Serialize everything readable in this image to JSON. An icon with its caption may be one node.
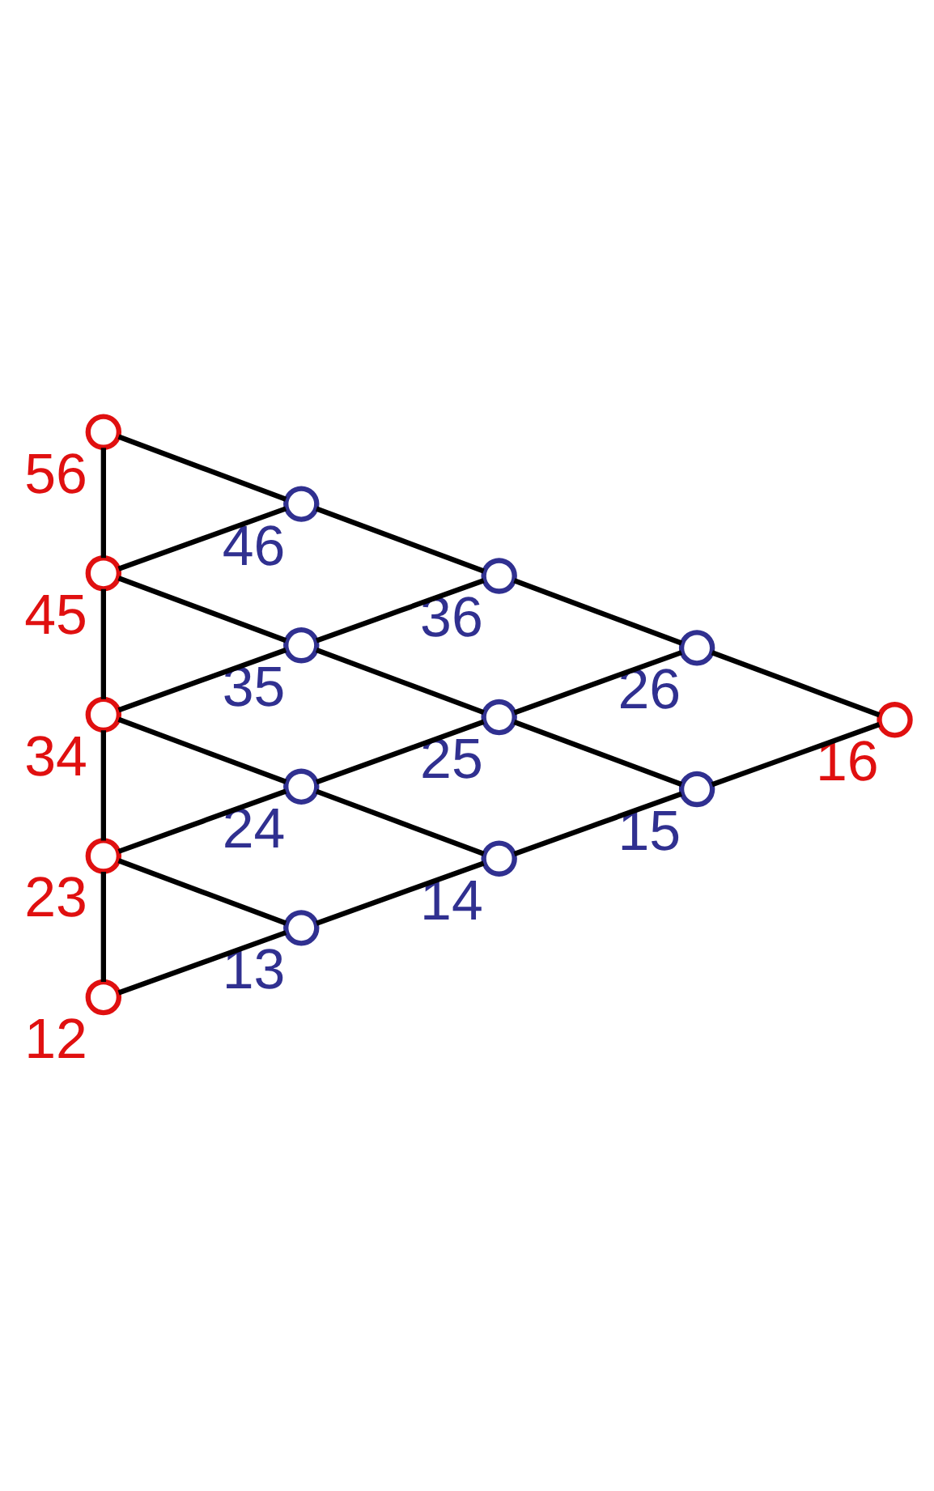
{
  "diagram": {
    "nodes": [
      {
        "text": [],
        "shape": "circle",
        "beside": [
          "56"
        ]
      },
      {
        "text": [],
        "shape": "circle",
        "beside": [
          "46"
        ]
      },
      {
        "text": [],
        "shape": "circle",
        "beside": [
          "45"
        ]
      },
      {
        "text": [],
        "shape": "circle",
        "beside": [
          "36"
        ]
      },
      {
        "text": [],
        "shape": "circle",
        "beside": [
          "35"
        ]
      },
      {
        "text": [],
        "shape": "circle",
        "beside": [
          "26"
        ]
      },
      {
        "text": [],
        "shape": "circle",
        "beside": [
          "34"
        ]
      },
      {
        "text": [],
        "shape": "circle",
        "beside": [
          "25"
        ]
      },
      {
        "text": [],
        "shape": "circle",
        "beside": [
          "16"
        ]
      },
      {
        "text": [],
        "shape": "circle",
        "beside": [
          "24"
        ]
      },
      {
        "text": [],
        "shape": "circle",
        "beside": [
          "15"
        ]
      },
      {
        "text": [],
        "shape": "circle",
        "beside": [
          "23"
        ]
      },
      {
        "text": [],
        "shape": "circle",
        "beside": [
          "14"
        ]
      },
      {
        "text": [],
        "shape": "circle",
        "beside": [
          "13"
        ]
      },
      {
        "text": [],
        "shape": "circle",
        "beside": [
          "12"
        ]
      }
    ],
    "edges": [
      {
        "from": 0,
        "to": 2,
        "arrow": "none"
      },
      {
        "from": 2,
        "to": 6,
        "arrow": "none"
      },
      {
        "from": 6,
        "to": 11,
        "arrow": "none"
      },
      {
        "from": 11,
        "to": 14,
        "arrow": "none"
      },
      {
        "from": 0,
        "to": 1,
        "arrow": "none"
      },
      {
        "from": 1,
        "to": 3,
        "arrow": "none"
      },
      {
        "from": 3,
        "to": 5,
        "arrow": "none"
      },
      {
        "from": 5,
        "to": 8,
        "arrow": "none"
      },
      {
        "from": 2,
        "to": 4,
        "arrow": "none"
      },
      {
        "from": 4,
        "to": 7,
        "arrow": "none"
      },
      {
        "from": 7,
        "to": 10,
        "arrow": "none"
      },
      {
        "from": 6,
        "to": 9,
        "arrow": "none"
      },
      {
        "from": 9,
        "to": 12,
        "arrow": "none"
      },
      {
        "from": 11,
        "to": 13,
        "arrow": "none"
      },
      {
        "from": 14,
        "to": 13,
        "arrow": "none"
      },
      {
        "from": 13,
        "to": 12,
        "arrow": "none"
      },
      {
        "from": 12,
        "to": 10,
        "arrow": "none"
      },
      {
        "from": 10,
        "to": 8,
        "arrow": "none"
      },
      {
        "from": 11,
        "to": 9,
        "arrow": "none"
      },
      {
        "from": 9,
        "to": 7,
        "arrow": "none"
      },
      {
        "from": 7,
        "to": 5,
        "arrow": "none"
      },
      {
        "from": 6,
        "to": 4,
        "arrow": "none"
      },
      {
        "from": 4,
        "to": 3,
        "arrow": "none"
      },
      {
        "from": 2,
        "to": 1,
        "arrow": "none"
      }
    ]
  }
}
